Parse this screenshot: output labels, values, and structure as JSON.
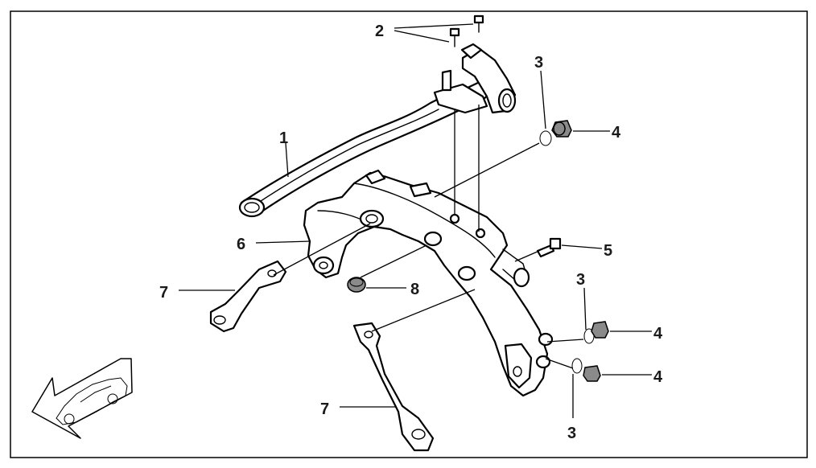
{
  "diagram": {
    "callouts": [
      {
        "id": "c1",
        "label": "1"
      },
      {
        "id": "c2",
        "label": "2"
      },
      {
        "id": "c3a",
        "label": "3"
      },
      {
        "id": "c4a",
        "label": "4"
      },
      {
        "id": "c5",
        "label": "5"
      },
      {
        "id": "c6",
        "label": "6"
      },
      {
        "id": "c7a",
        "label": "7"
      },
      {
        "id": "c8",
        "label": "8"
      },
      {
        "id": "c3b",
        "label": "3"
      },
      {
        "id": "c4b",
        "label": "4"
      },
      {
        "id": "c4c",
        "label": "4"
      },
      {
        "id": "c7b",
        "label": "7"
      },
      {
        "id": "c3c",
        "label": "3"
      }
    ],
    "icons": [
      "front-direction-arrow-icon",
      "car-silhouette-icon"
    ],
    "colors": {
      "line": "#000000",
      "background": "#ffffff",
      "frame": "#000000",
      "plug_fill": "#8a8a8a"
    }
  }
}
